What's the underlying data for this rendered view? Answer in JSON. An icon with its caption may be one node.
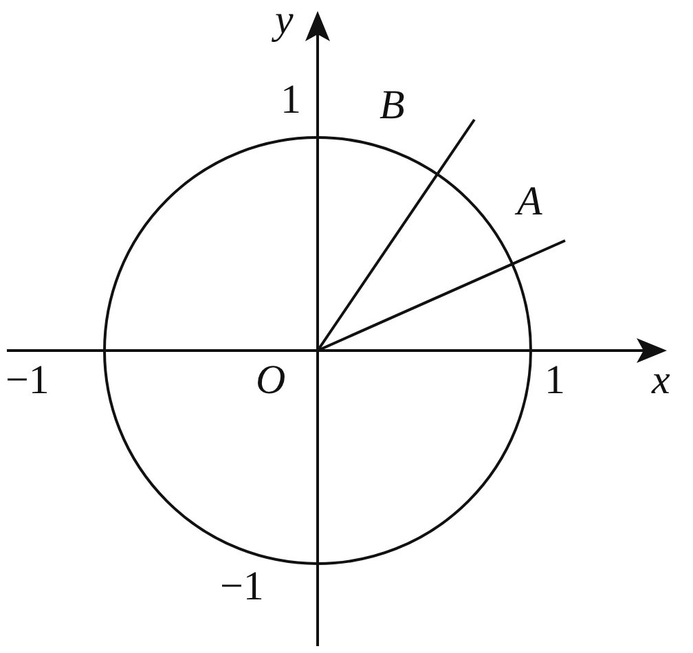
{
  "diagram": {
    "labels": [
      "y",
      "1",
      "B",
      "A",
      "−1",
      "O",
      "1",
      "x",
      "−1"
    ]
  }
}
